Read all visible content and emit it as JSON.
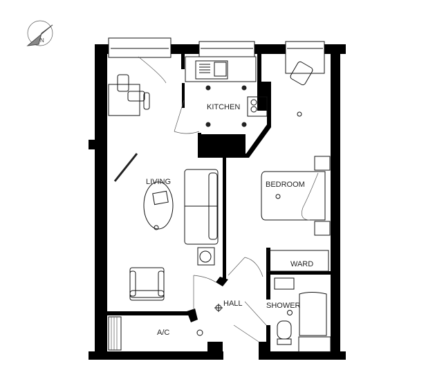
{
  "plan": {
    "rooms": {
      "kitchen": "KITCHEN",
      "living": "LIVING",
      "bedroom": "BEDROOM",
      "ward": "WARD",
      "hall": "HALL",
      "shower": "SHOWER",
      "ac": "A/C"
    },
    "compass": "N",
    "colors": {
      "wall": "#000000",
      "background": "#ffffff",
      "line": "#111111"
    }
  }
}
